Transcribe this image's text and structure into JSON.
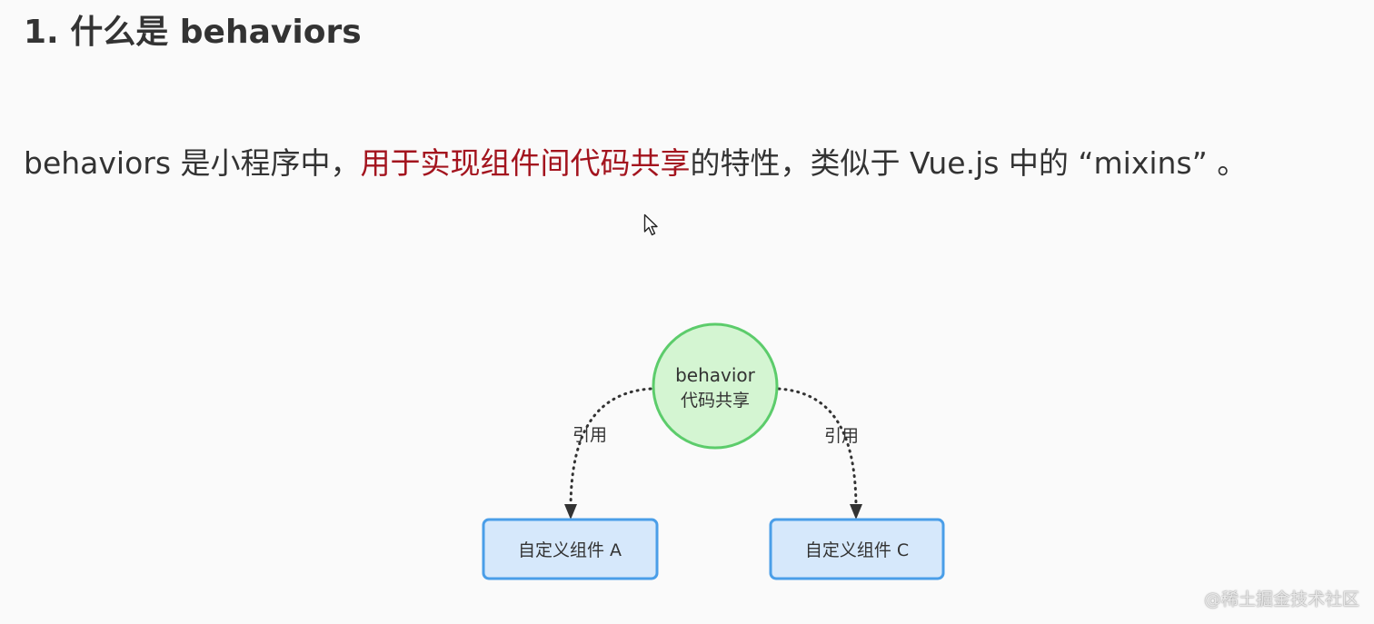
{
  "heading": "1. 什么是 behaviors",
  "intro": {
    "before": "behaviors 是小程序中，",
    "highlight": "用于实现组件间代码共享",
    "after": "的特性，类似于 Vue.js 中的 “mixins” 。",
    "highlight_color": "#a3141e"
  },
  "diagram": {
    "center_node": {
      "line1": "behavior",
      "line2": "代码共享",
      "fill": "#d4f5d2",
      "stroke": "#5ccc6b"
    },
    "left_edge_label": "引用",
    "right_edge_label": "引用",
    "left_node": {
      "label": "自定义组件 A",
      "fill": "#d6e8fb",
      "stroke": "#4a9ee8"
    },
    "right_node": {
      "label": "自定义组件 C",
      "fill": "#d6e8fb",
      "stroke": "#4a9ee8"
    }
  },
  "watermark": "@稀土掘金技术社区",
  "icons": {
    "cursor": "mouse-pointer-icon"
  }
}
